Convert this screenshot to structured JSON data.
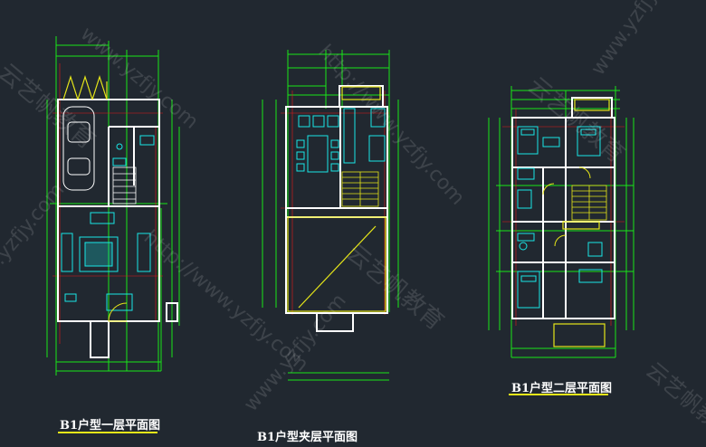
{
  "colors": {
    "background": "#212830",
    "wall": "#ffffff",
    "dimension": "#19e619",
    "axis": "#e61919",
    "furniture": "#19e6e6",
    "balcony": "#e6e619",
    "stair": "#e6e619",
    "watermark": "#ffffff"
  },
  "plans": [
    {
      "title": "B1户型一层平面图"
    },
    {
      "title": "B1户型夹层平面图"
    },
    {
      "title": "B1户型二层平面图"
    }
  ],
  "watermarks": {
    "url": "http://www.yzfjy.com",
    "brand": "云艺帆教育",
    "domain": "www.yzfjy.com"
  }
}
